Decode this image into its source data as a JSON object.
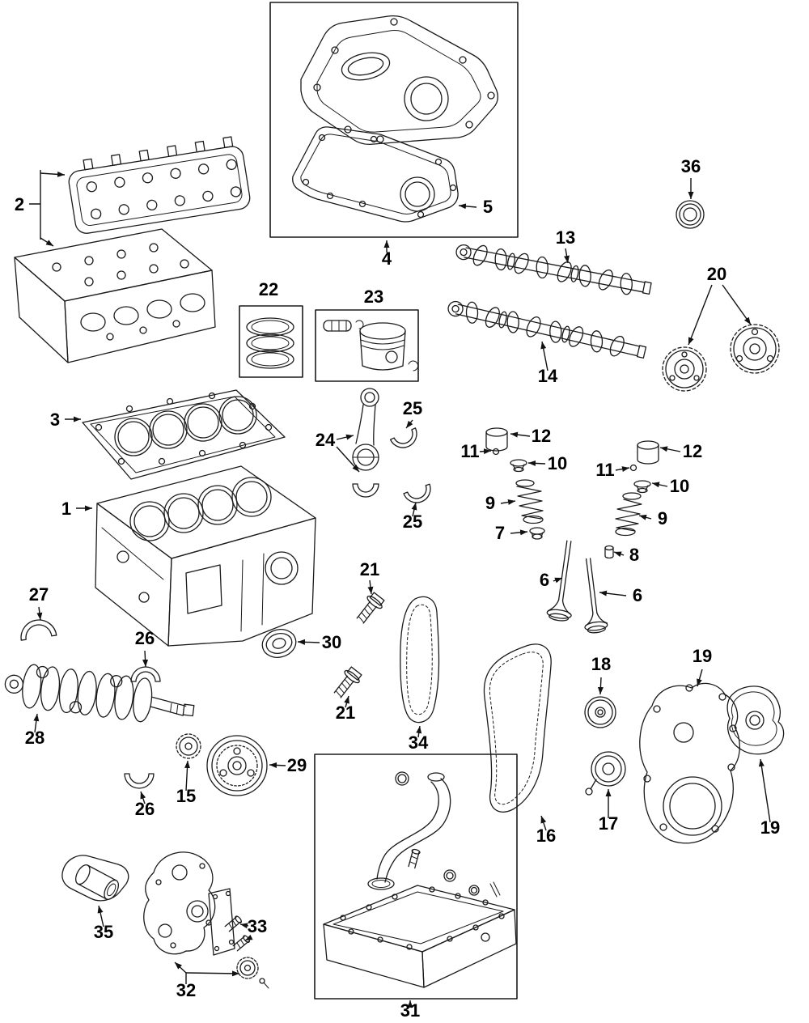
{
  "canvas": {
    "background": "#ffffff",
    "ink": "#1a1a1a"
  },
  "callouts": {
    "c1": "1",
    "c2": "2",
    "c3": "3",
    "c4": "4",
    "c5": "5",
    "c6a": "6",
    "c6b": "6",
    "c7": "7",
    "c8": "8",
    "c9a": "9",
    "c9b": "9",
    "c10a": "10",
    "c10b": "10",
    "c11a": "11",
    "c11b": "11",
    "c12a": "12",
    "c12b": "12",
    "c13": "13",
    "c14": "14",
    "c15": "15",
    "c16": "16",
    "c17": "17",
    "c18": "18",
    "c19a": "19",
    "c19b": "19",
    "c20": "20",
    "c21a": "21",
    "c21b": "21",
    "c22": "22",
    "c23": "23",
    "c24": "24",
    "c25a": "25",
    "c25b": "25",
    "c26a": "26",
    "c26b": "26",
    "c27": "27",
    "c28": "28",
    "c29": "29",
    "c30": "30",
    "c31": "31",
    "c32": "32",
    "c33": "33",
    "c34": "34",
    "c35": "35",
    "c36": "36"
  }
}
